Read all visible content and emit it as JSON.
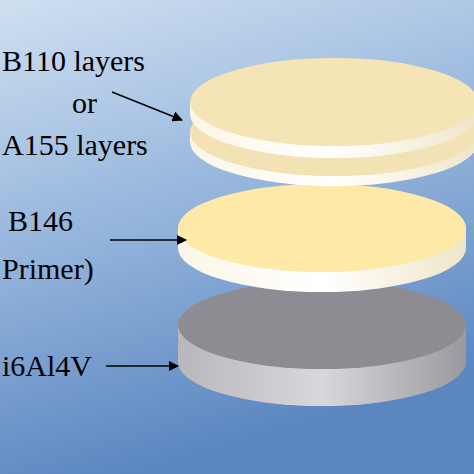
{
  "diagram": {
    "labels": [
      "B110 layers",
      "or",
      "A155 layers",
      "B146",
      "Primer)",
      "i6Al4V"
    ]
  }
}
